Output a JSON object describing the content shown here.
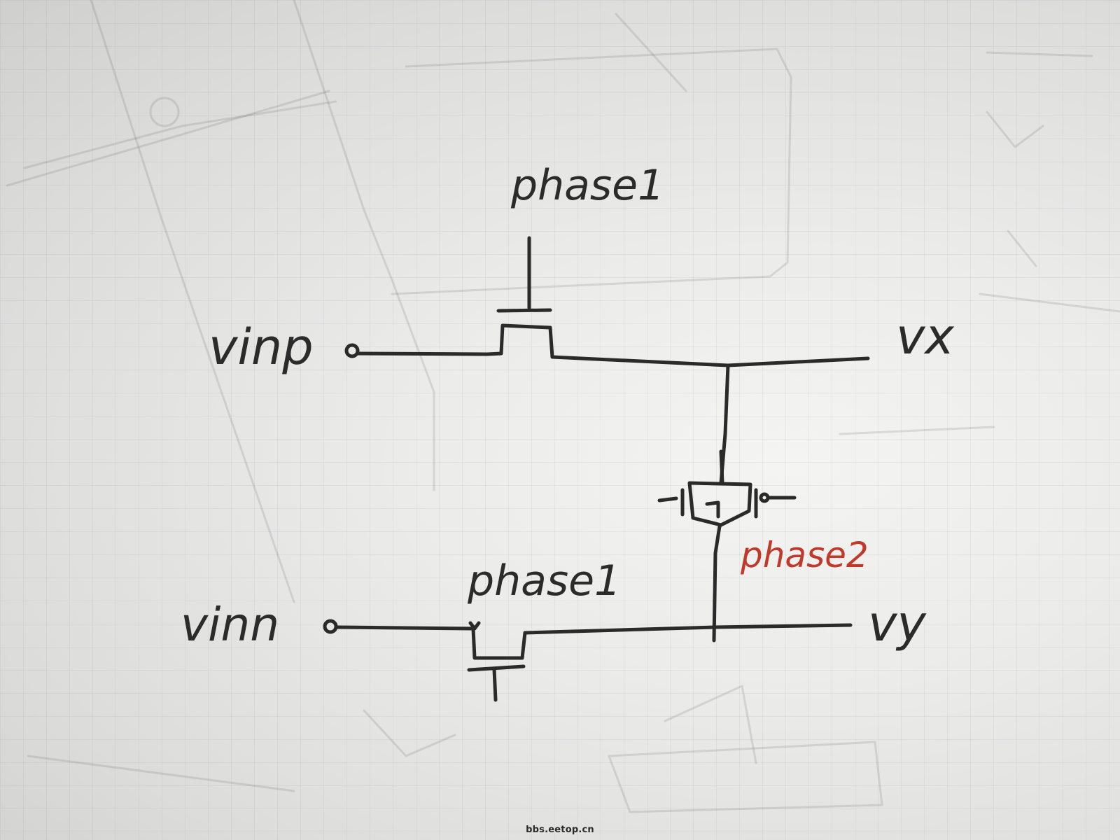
{
  "diagram": {
    "labels": {
      "phase_top": "phase1",
      "phase_bottom": "phase1",
      "phase_middle": "phase2",
      "vinp": "vinp",
      "vinn": "vinn",
      "vx": "vx",
      "vy": "vy"
    },
    "colors": {
      "ink": "#2a2a2a",
      "red_ink": "#c0392b",
      "board": "#ebebea"
    }
  },
  "watermark": "bbs.eetop.cn"
}
